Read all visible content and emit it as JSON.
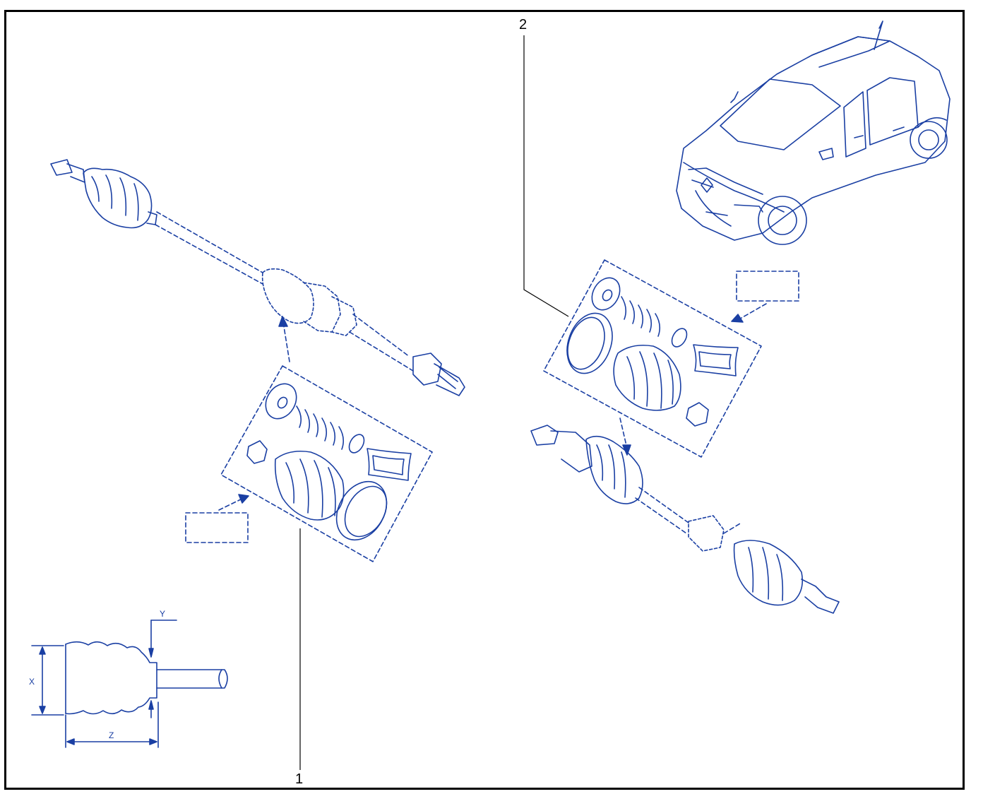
{
  "callouts": {
    "kit_1": "1",
    "kit_2": "2"
  },
  "dimensions": {
    "x": "X",
    "y": "Y",
    "z": "Z"
  },
  "colors": {
    "line": "#1a3fa3",
    "frame": "#000000",
    "leader": "#000000"
  }
}
